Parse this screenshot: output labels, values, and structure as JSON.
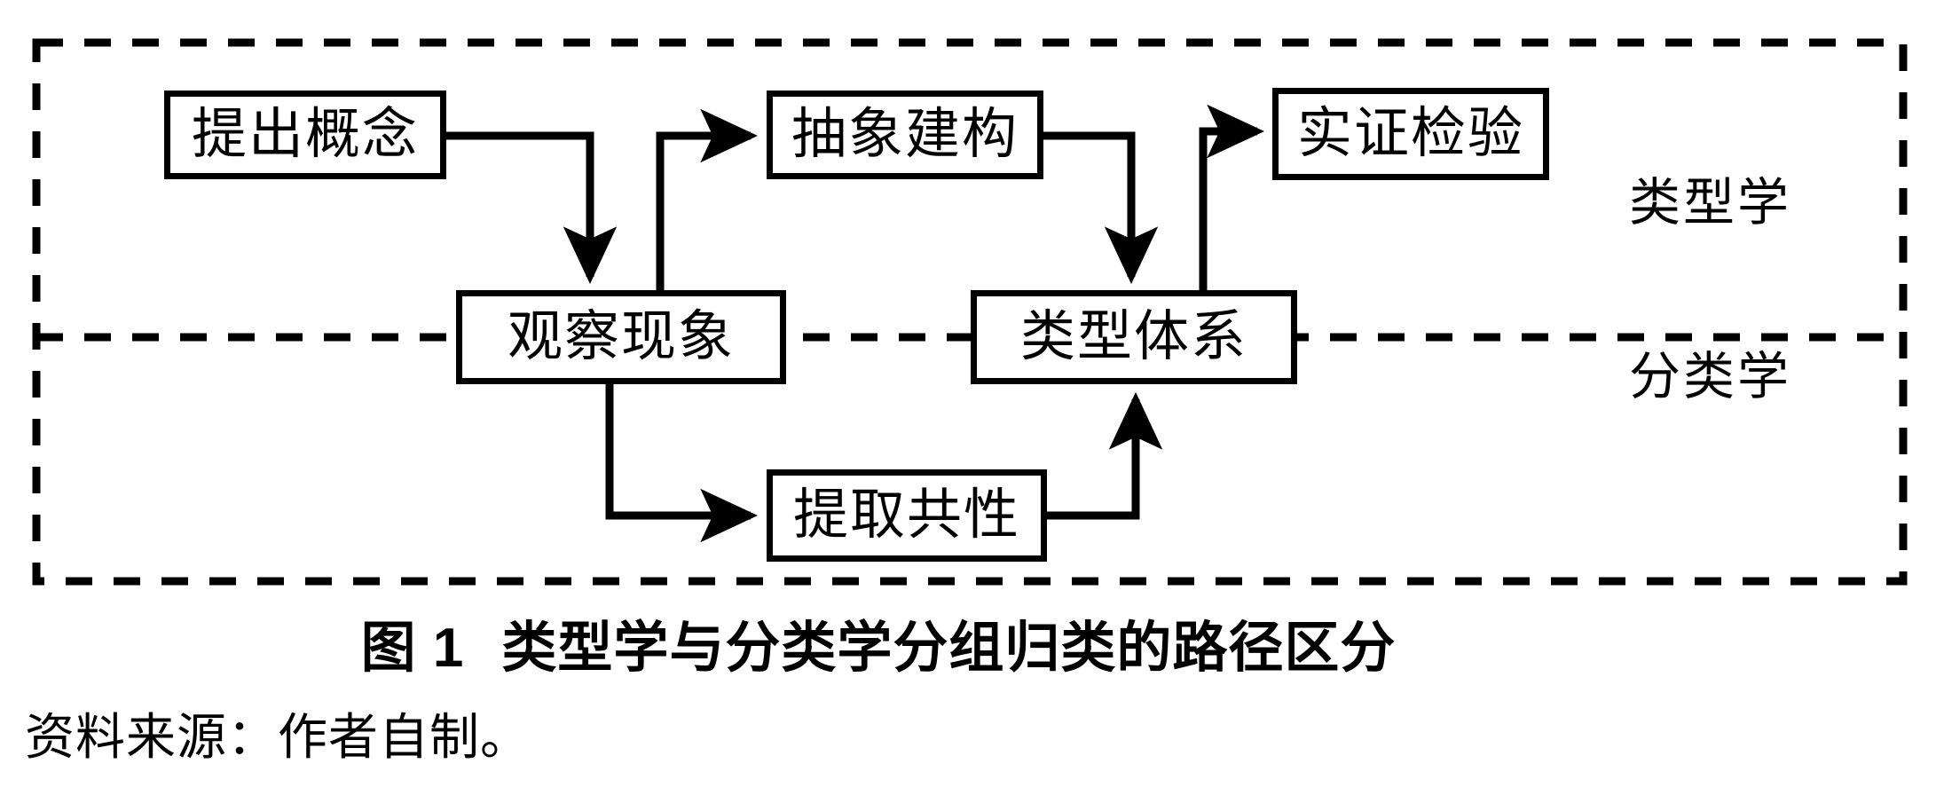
{
  "figure": {
    "caption_number": "图 1",
    "caption_title": "类型学与分类学分组归类的路径区分",
    "source_note": "资料来源：作者自制。"
  },
  "diagram": {
    "frame": {
      "style": "dashed",
      "color": "#000000",
      "divider_style": "dashed"
    },
    "regions": [
      {
        "id": "typology",
        "label": "类型学"
      },
      {
        "id": "taxonomy",
        "label": "分类学"
      }
    ],
    "nodes": [
      {
        "id": "tichu",
        "label": "提出概念"
      },
      {
        "id": "chouxiang",
        "label": "抽象建构"
      },
      {
        "id": "shizheng",
        "label": "实证检验"
      },
      {
        "id": "guancha",
        "label": "观察现象"
      },
      {
        "id": "leixing",
        "label": "类型体系"
      },
      {
        "id": "tiqu",
        "label": "提取共性"
      }
    ],
    "edges": [
      {
        "from": "tichu",
        "to": "guancha",
        "shape": "elbow-down"
      },
      {
        "from": "guancha",
        "to": "chouxiang",
        "shape": "elbow-up-right"
      },
      {
        "from": "chouxiang",
        "to": "leixing",
        "shape": "elbow-down"
      },
      {
        "from": "leixing",
        "to": "shizheng",
        "shape": "elbow-up-right"
      },
      {
        "from": "guancha",
        "to": "tiqu",
        "shape": "elbow-down-right"
      },
      {
        "from": "tiqu",
        "to": "leixing",
        "shape": "elbow-up"
      }
    ]
  }
}
